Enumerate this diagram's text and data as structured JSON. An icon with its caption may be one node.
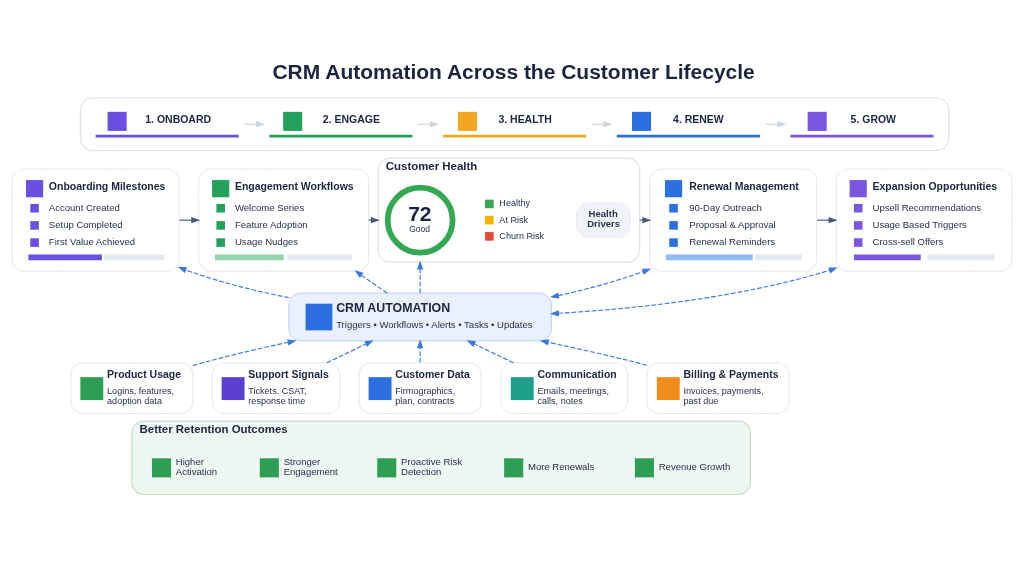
{
  "diagram": {
    "title": "CRM Automation Across the Customer Lifecycle",
    "nodes": [
      {
        "text": [],
        "shape": "box"
      },
      {
        "text": [
          "1. ONBOARD"
        ],
        "in": 0
      },
      {
        "text": [
          "2. ENGAGE"
        ],
        "in": 0
      },
      {
        "text": [
          "3. HEALTH"
        ],
        "in": 0
      },
      {
        "text": [
          "4. RENEW"
        ],
        "in": 0
      },
      {
        "text": [
          "5. GROW"
        ],
        "in": 0
      },
      {
        "text": [
          "Onboarding Milestones",
          "Account Created",
          "Setup Completed",
          "First Value Achieved"
        ]
      },
      {
        "text": [
          "Engagement Workflows",
          "Welcome Series",
          "Feature Adoption",
          "Usage Nudges"
        ]
      },
      {
        "text": [
          "Customer Health"
        ]
      },
      {
        "text": [
          "72",
          "Good"
        ],
        "in": 8
      },
      {
        "text": [
          "Health Drivers"
        ],
        "in": 8
      },
      {
        "text": [
          "Renewal Management",
          "90-Day Outreach",
          "Proposal & Approval",
          "Renewal Reminders"
        ]
      },
      {
        "text": [
          "Expansion Opportunities",
          "Upsell Recommendations",
          "Usage Based Triggers",
          "Cross-sell Offers"
        ]
      },
      {
        "text": [
          "CRM AUTOMATION",
          "Triggers • Workflows • Alerts • Tasks • Updates"
        ]
      },
      {
        "text": [
          "Product Usage",
          "Logins, features, adoption data"
        ]
      },
      {
        "text": [
          "Support Signals",
          "Tickets, CSAT, response time"
        ]
      },
      {
        "text": [
          "Customer Data",
          "Firmographics, plan, contracts"
        ]
      },
      {
        "text": [
          "Communication",
          "Emails, meetings, calls, notes"
        ]
      },
      {
        "text": [
          "Billing & Payments",
          "Invoices, payments, past due"
        ]
      },
      {
        "text": [
          "Better Retention Outcomes"
        ]
      },
      {
        "text": [
          "Higher Activation"
        ],
        "in": 19
      },
      {
        "text": [
          "Stronger Engagement"
        ],
        "in": 19
      },
      {
        "text": [
          "Proactive Risk Detection"
        ],
        "in": 19
      },
      {
        "text": [
          "More Renewals"
        ],
        "in": 19
      },
      {
        "text": [
          "Revenue Growth"
        ],
        "in": 19
      }
    ],
    "edges": [
      {
        "from": 1,
        "to": 2,
        "arrow": "to",
        "color": "#cfd4de"
      },
      {
        "from": 2,
        "to": 3,
        "arrow": "to",
        "color": "#cfd4de"
      },
      {
        "from": 3,
        "to": 4,
        "arrow": "to",
        "color": "#cfd4de"
      },
      {
        "from": 4,
        "to": 5,
        "arrow": "to",
        "color": "#cfd4de"
      },
      {
        "from": 6,
        "to": 7,
        "arrow": "to",
        "color": "#4a5878"
      },
      {
        "from": 7,
        "to": 8,
        "arrow": "to",
        "color": "#4a5878"
      },
      {
        "from": 8,
        "to": 11,
        "arrow": "to",
        "color": "#4a5878"
      },
      {
        "from": 11,
        "to": 12,
        "arrow": "to",
        "color": "#4a5878"
      },
      {
        "from": 13,
        "to": 6,
        "arrow": "to",
        "style": "dashed"
      },
      {
        "from": 13,
        "to": 7,
        "arrow": "to",
        "style": "dashed"
      },
      {
        "from": 13,
        "to": 8,
        "arrow": "to",
        "style": "dashed"
      },
      {
        "from": 13,
        "to": 11,
        "arrow": "both",
        "style": "dashed"
      },
      {
        "from": 13,
        "to": 12,
        "arrow": "both",
        "style": "dashed"
      },
      {
        "from": 14,
        "to": 13,
        "arrow": "to",
        "style": "dashed"
      },
      {
        "from": 15,
        "to": 13,
        "arrow": "to",
        "style": "dashed"
      },
      {
        "from": 16,
        "to": 13,
        "arrow": "to",
        "style": "dashed"
      },
      {
        "from": 17,
        "to": 13,
        "arrow": "to",
        "style": "dashed"
      },
      {
        "from": 18,
        "to": 13,
        "arrow": "to",
        "style": "dashed"
      }
    ],
    "legend": [
      {
        "text": "Healthy",
        "color": "#34a853"
      },
      {
        "text": "At Risk",
        "color": "#f5b400"
      },
      {
        "text": "Churn Risk",
        "color": "#e5483b"
      }
    ]
  }
}
